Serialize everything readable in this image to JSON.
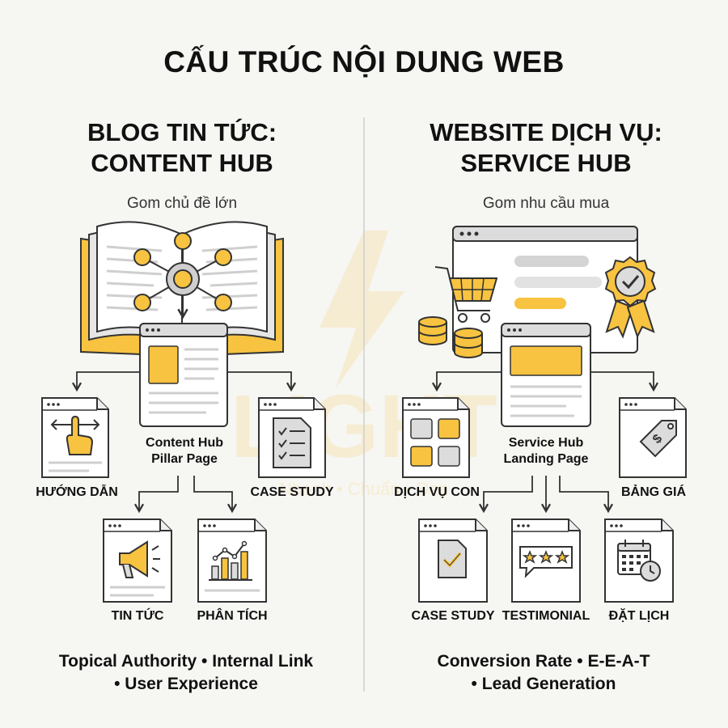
{
  "title": "CẤU TRÚC NỘI DUNG WEB",
  "left": {
    "heading_line1": "BLOG TIN TỨC:",
    "heading_line2": "CONTENT HUB",
    "subtitle": "Gom chủ đề lớn",
    "center_line1": "Content Hub",
    "center_line2": "Pillar Page",
    "nodes": [
      "HƯỚNG DẪN",
      "CASE STUDY",
      "TIN TỨC",
      "PHÂN TÍCH"
    ],
    "footer_line1": "Topical Authority • Internal Link",
    "footer_line2": "• User Experience"
  },
  "right": {
    "heading_line1": "WEBSITE DỊCH VỤ:",
    "heading_line2": "SERVICE HUB",
    "subtitle": "Gom nhu cầu mua",
    "center_line1": "Service Hub",
    "center_line2": "Landing Page",
    "nodes": [
      "DỊCH VỤ CON",
      "BẢNG GIÁ",
      "CASE STUDY",
      "TESTIMONIAL",
      "ĐẶT LỊCH"
    ],
    "footer_line1": "Conversion Rate • E-E-A-T",
    "footer_line2": "• Lead Generation"
  },
  "watermark": {
    "text": "LIGHT",
    "tagline": "Nhanh • Chuẩn • Đẹp"
  },
  "colors": {
    "accent": "#f7c340",
    "outline": "#3a3a3a",
    "page_fill": "#ffffff",
    "ui_gray": "#d4d4d4",
    "background": "#f6f6f3"
  },
  "icons": [
    "open-book-icon",
    "network-icon",
    "hand-swipe-icon",
    "checklist-icon",
    "megaphone-icon",
    "bar-chart-icon",
    "browser-window-icon",
    "shopping-cart-icon",
    "coins-icon",
    "award-badge-icon",
    "layout-grid-icon",
    "price-tag-icon",
    "document-check-icon",
    "rating-stars-icon",
    "calendar-clock-icon"
  ]
}
